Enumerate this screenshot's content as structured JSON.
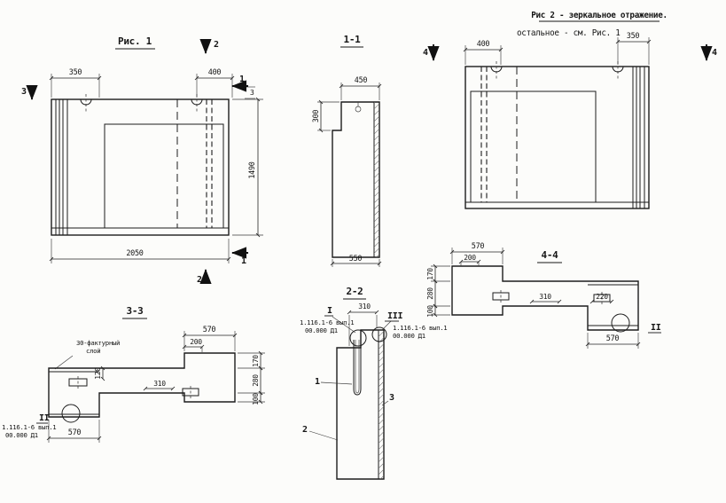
{
  "fig1": {
    "title": "Рис. 1",
    "dim_350": "350",
    "dim_400": "400",
    "dim_1490": "1490",
    "dim_2050": "2050",
    "marker_2_top": "2",
    "marker_2_bottom": "2",
    "marker_1_top": "1",
    "marker_1_bottom": "1",
    "marker_3_left": "3",
    "dim_3": "3"
  },
  "sec11": {
    "title": "1-1",
    "dim_450": "450",
    "dim_300": "300",
    "dim_550": "550"
  },
  "fig2": {
    "title": "Рис 2 - зеркальное отражение.",
    "subtitle": "остальное - см. Рис. 1",
    "dim_400": "400",
    "dim_350": "350",
    "marker_4_left": "4",
    "marker_4_right": "4"
  },
  "sec33": {
    "title": "3-3",
    "facture_line1": "30-фактурный",
    "facture_line2": "слой",
    "dim_570_top": "570",
    "dim_200": "200",
    "dim_120": "120",
    "dim_310": "310",
    "dim_170": "170",
    "dim_280": "280",
    "dim_100": "100",
    "dim_570_bottom": "570",
    "marker_ii": "II",
    "ref_line1": "1.116.1-6 вып.1",
    "ref_line2": "00.000 Д1"
  },
  "sec22": {
    "title": "2-2",
    "dim_310": "310",
    "marker_i": "I",
    "marker_iii": "III",
    "ref_i_line1": "1.116.1-6 вып.1",
    "ref_i_line2": "00.000 Д1",
    "ref_iii_line1": "1.116.1-6 вып.1",
    "ref_iii_line2": "00.000 Д1",
    "part_1": "1",
    "part_2": "2",
    "part_3": "3"
  },
  "sec44": {
    "title": "4-4",
    "dim_570_top": "570",
    "dim_200": "200",
    "dim_170": "170",
    "dim_280": "280",
    "dim_100": "100",
    "dim_310": "310",
    "dim_220": "220",
    "dim_570_bottom": "570",
    "marker_ii": "II"
  }
}
